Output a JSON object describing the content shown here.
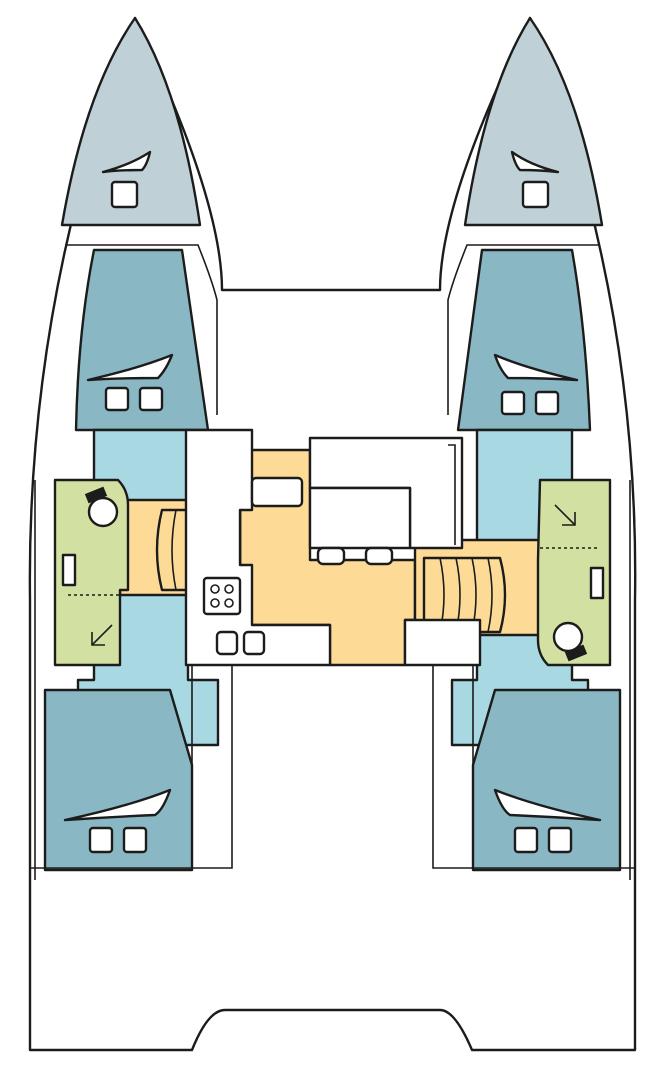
{
  "diagram": {
    "type": "catamaran-deck-layout",
    "colors": {
      "outline": "#1c1c1c",
      "background": "#ffffff",
      "peak": "#bfd1d6",
      "cabin": "#89b8c4",
      "corridor": "#a8d8e2",
      "salon": "#fddb97",
      "head": "#d2e1a2",
      "surface": "#ffffff"
    },
    "hulls": [
      "port",
      "starboard"
    ],
    "areas": [
      "port-forward-peak",
      "starboard-forward-peak",
      "port-forward-cabin",
      "starboard-forward-cabin",
      "port-aft-cabin",
      "starboard-aft-cabin",
      "port-head",
      "starboard-head",
      "salon",
      "galley",
      "chart-table",
      "cockpit",
      "trampoline"
    ]
  }
}
